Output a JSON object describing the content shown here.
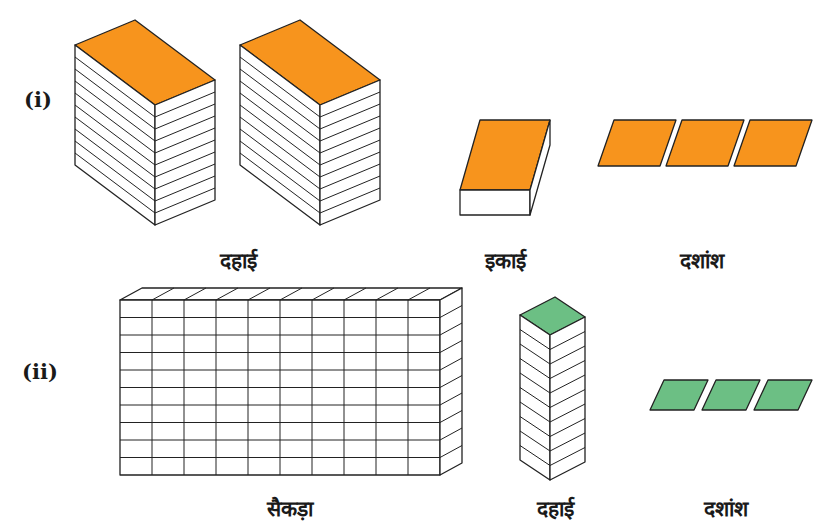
{
  "diagram": {
    "labels": [
      "(i)",
      "दहाई",
      "इकाई",
      "दशांश",
      "(ii)",
      "सैकड़ा",
      "दहाई",
      "दशांश"
    ]
  }
}
